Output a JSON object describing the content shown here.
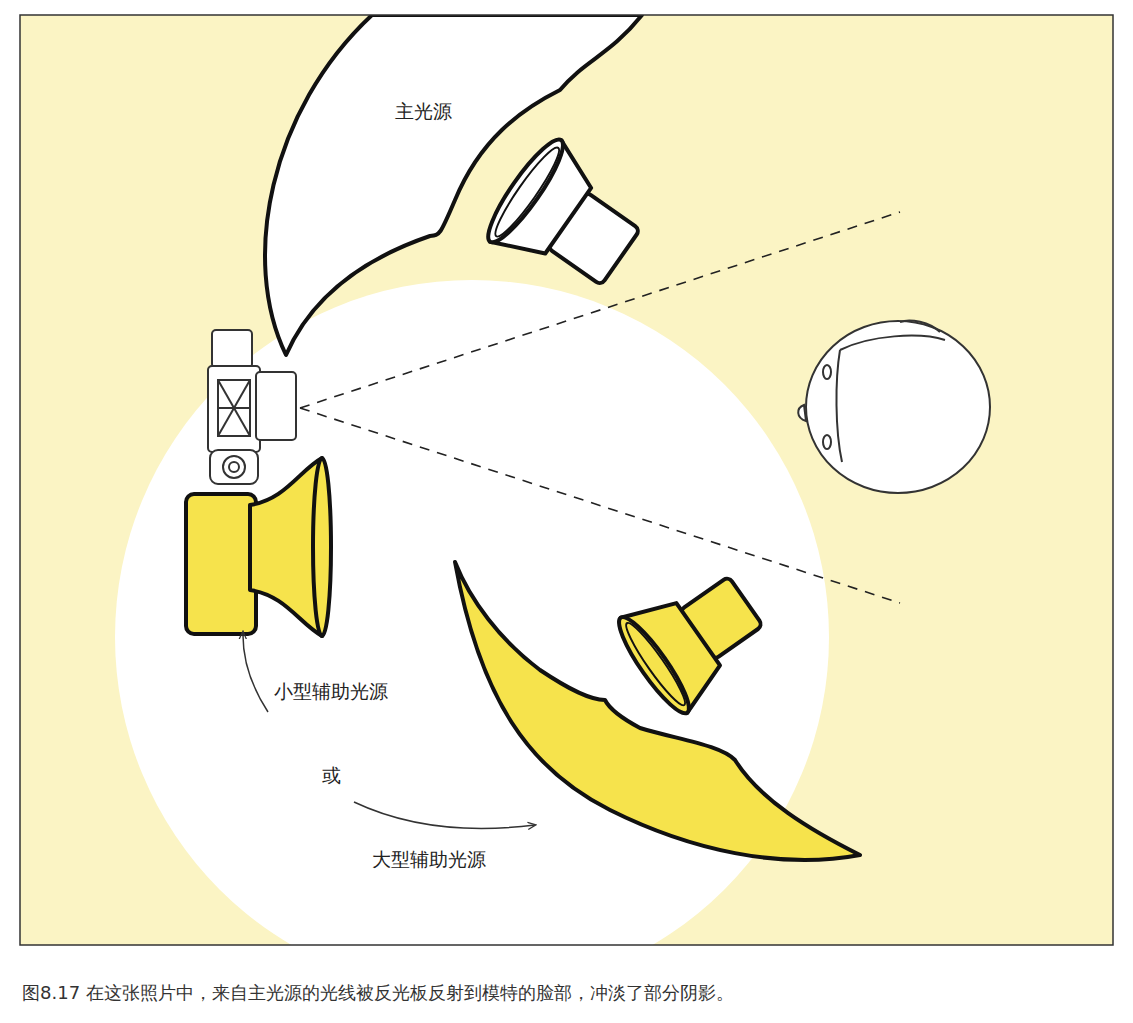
{
  "diagram": {
    "caption": "图8.17 在这张照片中，来自主光源的光线被反光板反射到模特的脸部，冲淡了部分阴影。",
    "labels": [
      "主光源",
      "小型辅助光源",
      "或",
      "大型辅助光源"
    ]
  }
}
